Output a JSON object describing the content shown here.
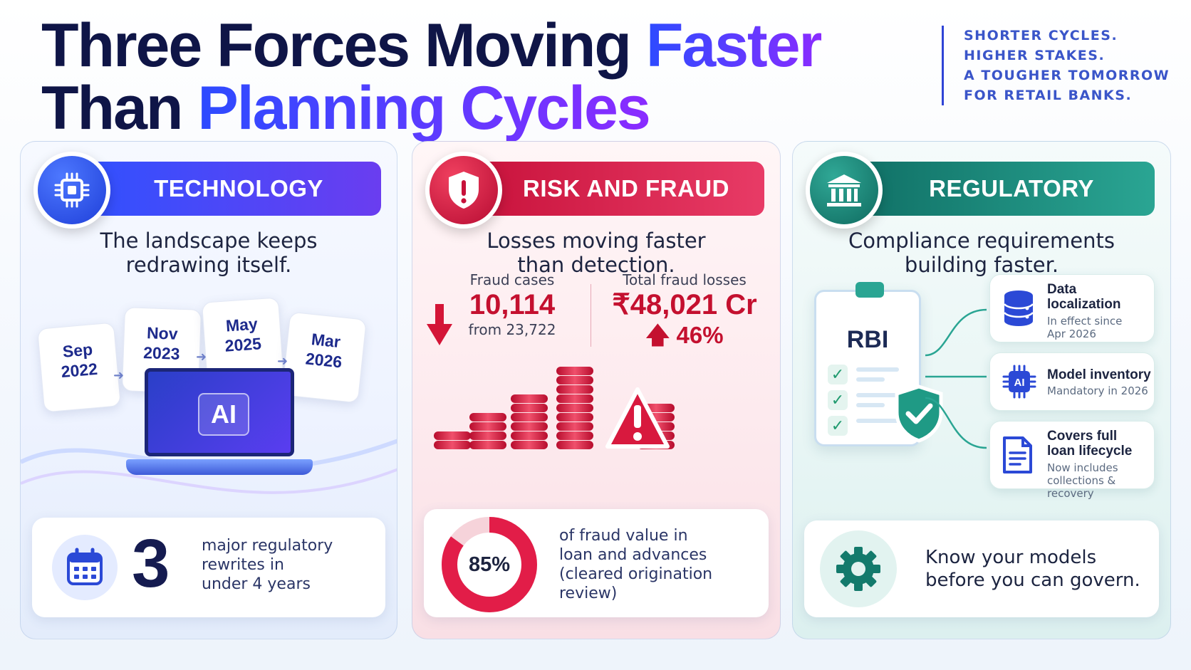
{
  "title": {
    "line1_plain": "Three Forces Moving ",
    "line1_accent": "Faster",
    "line2_plain": "Than ",
    "line2_accent": "Planning Cycles"
  },
  "tagline": [
    "SHORTER CYCLES.",
    "HIGHER STAKES.",
    "A TOUGHER TOMORROW",
    "FOR RETAIL BANKS."
  ],
  "colors": {
    "navy": "#0f1547",
    "tech": "#2e52ff",
    "risk": "#c7113a",
    "reg": "#0f6e64"
  },
  "technology": {
    "icon": "chip-icon",
    "label": "TECHNOLOGY",
    "lead_1": "The landscape keeps",
    "lead_2": "redrawing itself.",
    "dates": [
      {
        "m": "Sep",
        "y": "2022"
      },
      {
        "m": "Nov",
        "y": "2023"
      },
      {
        "m": "May",
        "y": "2025"
      },
      {
        "m": "Mar",
        "y": "2026"
      }
    ],
    "ai_label": "AI",
    "stat_value": "3",
    "stat_line1": "major regulatory",
    "stat_line2": "rewrites in",
    "stat_line3": "under 4 years"
  },
  "risk": {
    "icon": "shield-alert-icon",
    "label": "RISK AND FRAUD",
    "lead_1": "Losses moving faster",
    "lead_2": "than detection.",
    "cases_label": "Fraud cases",
    "cases_value": "10,114",
    "cases_sub": "from 23,722",
    "losses_label": "Total fraud losses",
    "losses_value": "₹48,021 Cr",
    "losses_change": "46%",
    "pct_value": "85%",
    "pct_fraction": 0.85,
    "pct_line1": "of fraud value in",
    "pct_line2": "loan and advances",
    "pct_line3": "(cleared origination",
    "pct_line4": "review)"
  },
  "regulatory": {
    "icon": "bank-icon",
    "label": "REGULATORY",
    "lead_1": "Compliance requirements",
    "lead_2": "building faster.",
    "clipboard_label": "RBI",
    "items": [
      {
        "title1": "Data",
        "title2": "localization",
        "sub1": "In effect since",
        "sub2": "Apr 2026",
        "icon": "database-icon"
      },
      {
        "title1": "Model inventory",
        "title2": "",
        "sub1": "Mandatory in 2026",
        "sub2": "",
        "icon": "ai-chip-icon"
      },
      {
        "title1": "Covers full",
        "title2": "loan lifecycle",
        "sub1": "Now includes",
        "sub2": "collections & recovery",
        "icon": "document-icon"
      }
    ],
    "stat_line1": "Know your models",
    "stat_line2": "before you can govern."
  }
}
